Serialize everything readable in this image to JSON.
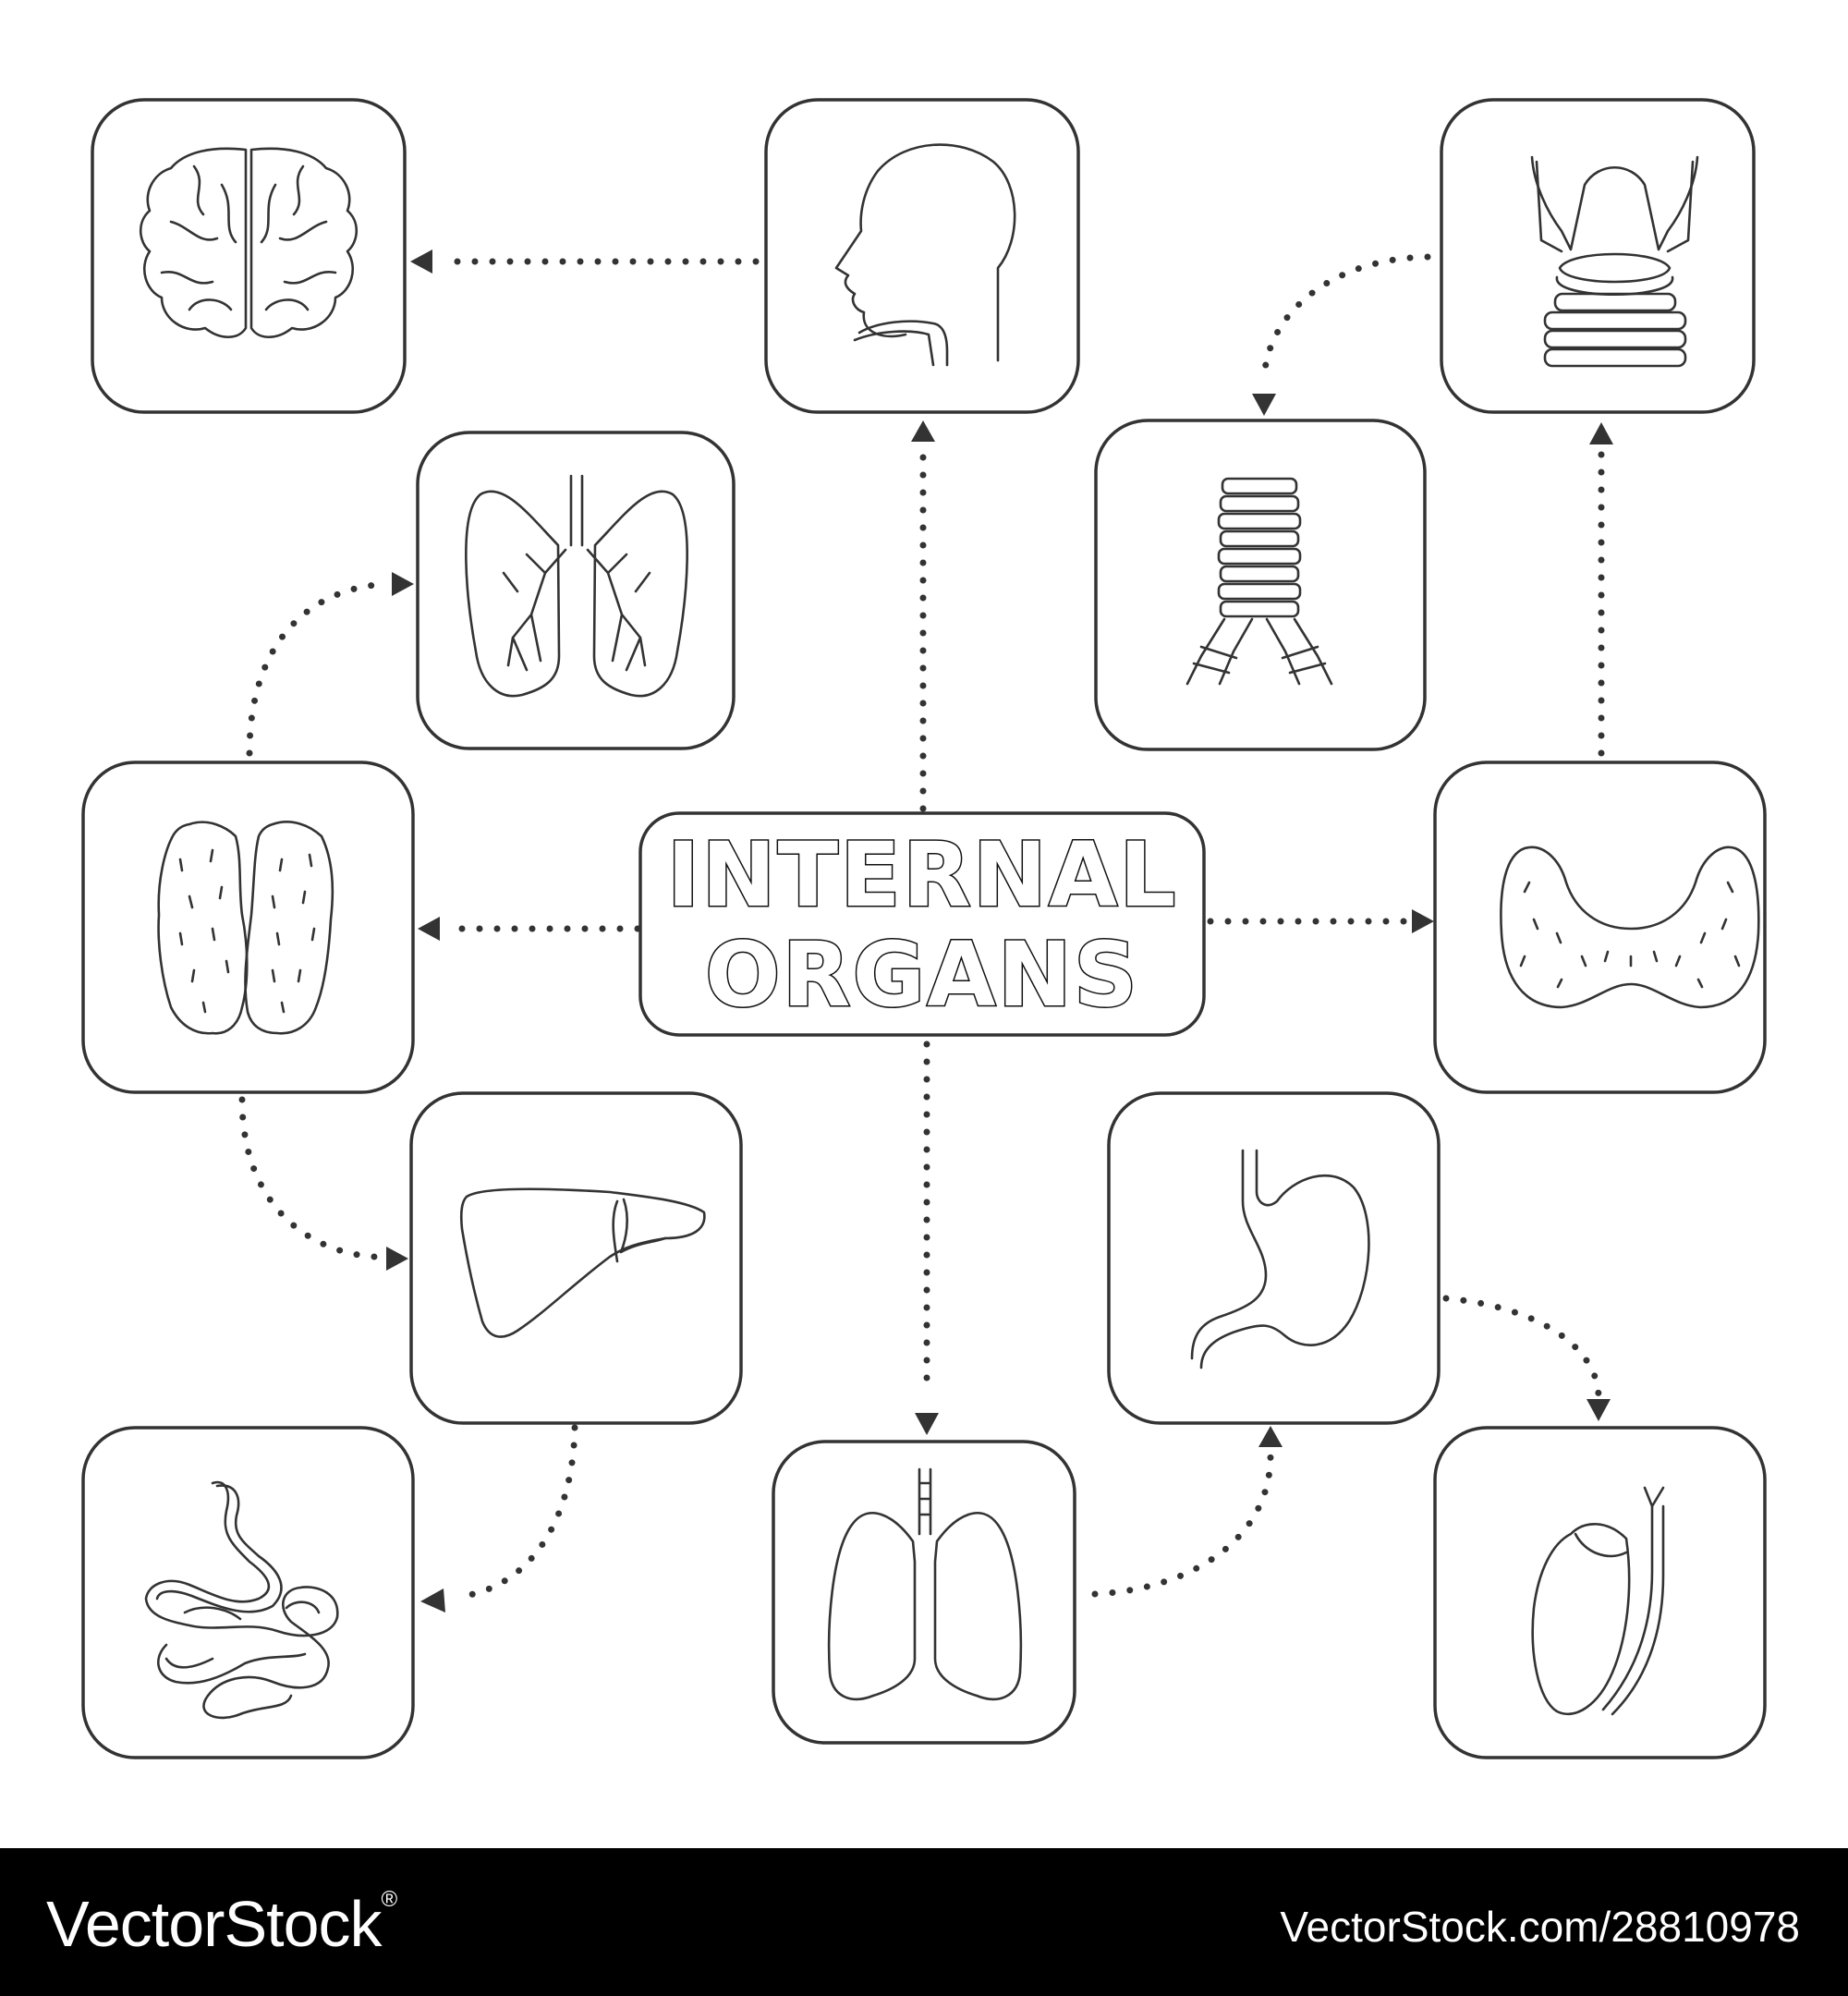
{
  "diagram": {
    "title_line1": "INTERNAL",
    "title_line2": "ORGANS",
    "nodes": [
      {
        "id": "brain",
        "icon": "brain-icon"
      },
      {
        "id": "head",
        "icon": "head-profile-icon"
      },
      {
        "id": "larynx",
        "icon": "larynx-icon"
      },
      {
        "id": "lungs-bronchi",
        "icon": "lungs-bronchi-icon"
      },
      {
        "id": "trachea",
        "icon": "trachea-icon"
      },
      {
        "id": "kidneys",
        "icon": "kidneys-icon"
      },
      {
        "id": "thyroid",
        "icon": "thyroid-icon"
      },
      {
        "id": "liver",
        "icon": "liver-icon"
      },
      {
        "id": "stomach",
        "icon": "stomach-icon"
      },
      {
        "id": "intestine",
        "icon": "intestine-icon"
      },
      {
        "id": "lungs",
        "icon": "lungs-icon"
      },
      {
        "id": "gallbladder",
        "icon": "gallbladder-icon"
      }
    ],
    "edges": [
      {
        "from": "head",
        "to": "brain"
      },
      {
        "from": "center",
        "to": "head"
      },
      {
        "from": "center",
        "to": "kidneys"
      },
      {
        "from": "center",
        "to": "thyroid"
      },
      {
        "from": "center",
        "to": "lungs"
      },
      {
        "from": "kidneys",
        "to": "lungs-bronchi"
      },
      {
        "from": "kidneys",
        "to": "liver"
      },
      {
        "from": "liver",
        "to": "intestine"
      },
      {
        "from": "lungs",
        "to": "stomach"
      },
      {
        "from": "stomach",
        "to": "gallbladder"
      },
      {
        "from": "thyroid",
        "to": "larynx"
      },
      {
        "from": "larynx",
        "to": "trachea"
      }
    ],
    "colors": {
      "stroke": "#333333",
      "background": "#ffffff",
      "footer": "#000000",
      "footer_text": "#ffffff"
    }
  },
  "footer": {
    "brand": "VectorStock",
    "registered_mark": "®",
    "url": "VectorStock.com/28810978"
  }
}
